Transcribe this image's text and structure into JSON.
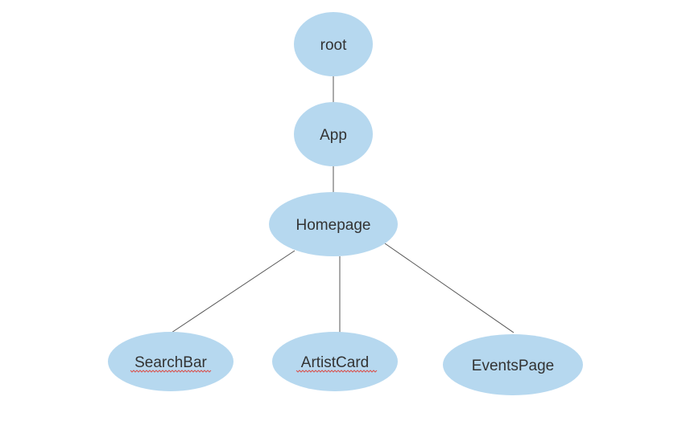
{
  "diagram": {
    "node_fill": "#b6d8ef",
    "nodes": {
      "root": "root",
      "app": "App",
      "homepage": "Homepage",
      "searchbar": "SearchBar",
      "artistcard": "ArtistCard",
      "eventspage": "EventsPage"
    },
    "edges": [
      [
        "root",
        "App"
      ],
      [
        "App",
        "Homepage"
      ],
      [
        "Homepage",
        "SearchBar"
      ],
      [
        "Homepage",
        "ArtistCard"
      ],
      [
        "Homepage",
        "EventsPage"
      ]
    ],
    "spellcheck_flagged": [
      "SearchBar",
      "ArtistCard"
    ]
  }
}
